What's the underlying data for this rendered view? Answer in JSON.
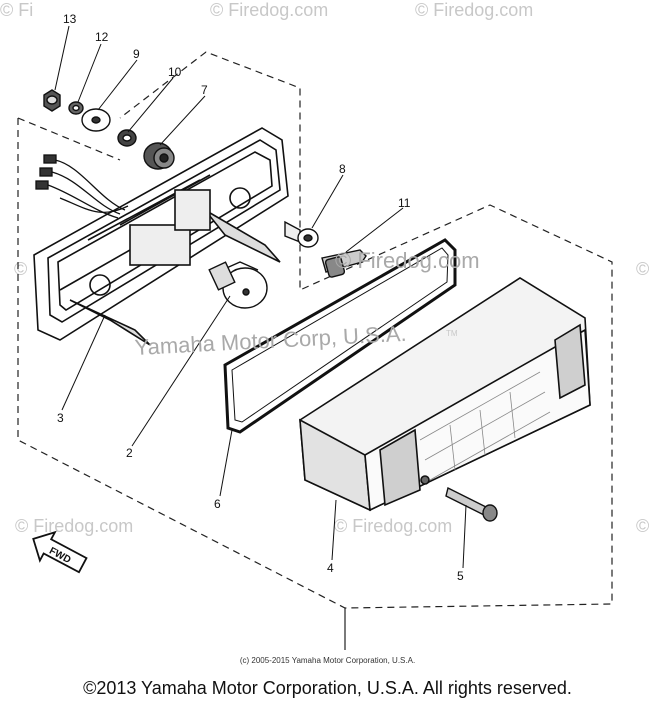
{
  "watermarks": {
    "top_center": "© Firedog.com",
    "top_right": "© Firedog.com",
    "top_left": "© Fi",
    "mid_right_symbol": "©",
    "mid_left_symbol": "©",
    "mid": "© Firedog.com",
    "bottom_left": "© Firedog.com",
    "bottom_mid": "© Firedog.com",
    "bottom_right_symbol": "©",
    "corporate": "Yamaha Motor Corp, U.S.A.",
    "tm": "TM"
  },
  "callouts": {
    "c1": "13",
    "c2": "12",
    "c3": "9",
    "c4": "10",
    "c5": "7",
    "c6": "8",
    "c7": "11",
    "c8": "3",
    "c9": "2",
    "c10": "6",
    "c11": "4",
    "c12": "5"
  },
  "fwd_label": "FWD",
  "small_copyright": "(c) 2005-2015 Yamaha Motor Corporation, U.S.A.",
  "footer_copyright": "©2013 Yamaha Motor Corporation, U.S.A. All rights reserved."
}
